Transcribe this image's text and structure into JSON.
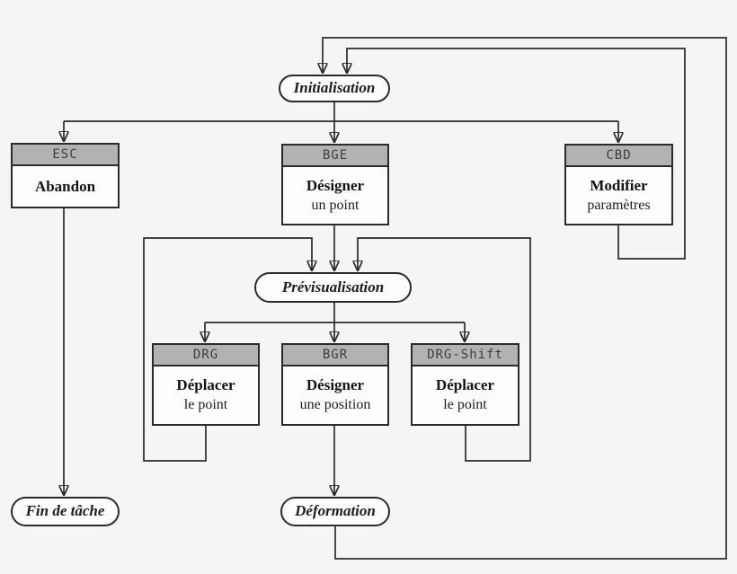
{
  "diagram": {
    "colors": {
      "background": "#f5f5f5",
      "line": "#2b2b2b",
      "header_fill": "#b2b2b2",
      "node_fill": "#fdfdfd"
    },
    "states": {
      "initialisation": {
        "label": "Initialisation"
      },
      "previsualisation": {
        "label": "Prévisualisation"
      },
      "fin_de_tache": {
        "label": "Fin de tâche"
      },
      "deformation": {
        "label": "Déformation"
      }
    },
    "actions": {
      "esc": {
        "key": "ESC",
        "title": "Abandon",
        "subtitle": ""
      },
      "bge": {
        "key": "BGE",
        "title": "Désigner",
        "subtitle": "un point"
      },
      "cbd": {
        "key": "CBD",
        "title": "Modifier",
        "subtitle": "paramètres"
      },
      "drg": {
        "key": "DRG",
        "title": "Déplacer",
        "subtitle": "le point"
      },
      "bgr": {
        "key": "BGR",
        "title": "Désigner",
        "subtitle": "une position"
      },
      "drg_shift": {
        "key": "DRG-Shift",
        "title": "Déplacer",
        "subtitle": "le point"
      }
    },
    "edges": [
      {
        "from": "initialisation",
        "to": "esc"
      },
      {
        "from": "initialisation",
        "to": "bge"
      },
      {
        "from": "initialisation",
        "to": "cbd"
      },
      {
        "from": "esc",
        "to": "fin_de_tache"
      },
      {
        "from": "bge",
        "to": "previsualisation"
      },
      {
        "from": "cbd",
        "to": "initialisation"
      },
      {
        "from": "previsualisation",
        "to": "drg"
      },
      {
        "from": "previsualisation",
        "to": "bgr"
      },
      {
        "from": "previsualisation",
        "to": "drg_shift"
      },
      {
        "from": "drg",
        "to": "previsualisation"
      },
      {
        "from": "drg_shift",
        "to": "previsualisation"
      },
      {
        "from": "bgr",
        "to": "deformation"
      },
      {
        "from": "deformation",
        "to": "initialisation"
      }
    ]
  }
}
